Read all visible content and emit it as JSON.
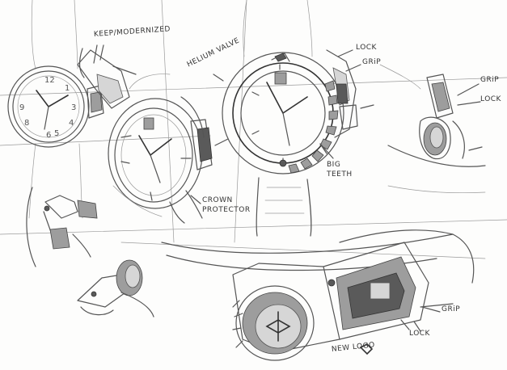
{
  "annotations": {
    "keep_modernized": "KEEP/MODERNIZED",
    "helium_valve": "HELIUM VALVE",
    "lock_top": "LOCK",
    "grip_top": "GRiP",
    "grip_right": "GRiP",
    "lock_right": "LOCK",
    "big_teeth": "BIG TEETH",
    "crown_protector": "CROWN PROTECTOR",
    "grip_bottom": "GRiP",
    "lock_bottom": "LOCK",
    "new_logo": "NEW LOGO"
  },
  "colors": {
    "paper": "#fdfdfc",
    "pencil": "#555555",
    "pencil_dark": "#333333"
  }
}
